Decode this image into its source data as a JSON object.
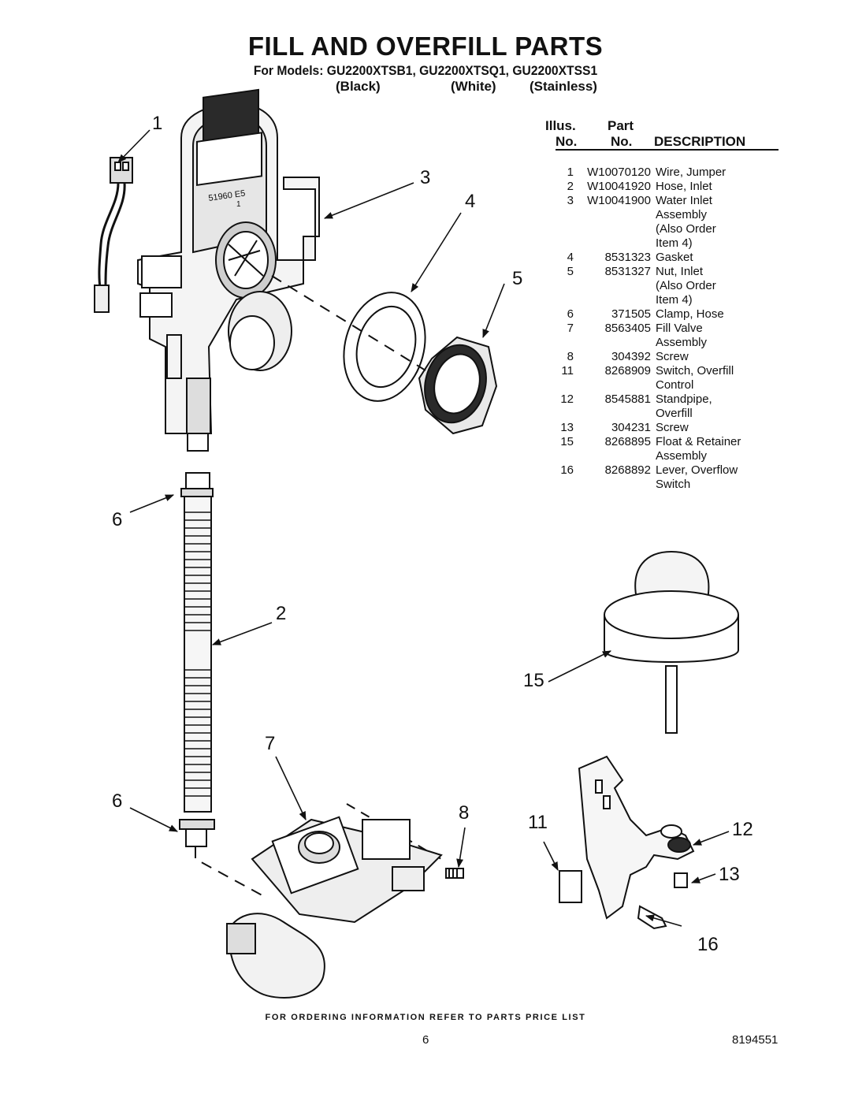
{
  "title": "FILL AND OVERFILL PARTS",
  "models_line": "For Models: GU2200XTSB1, GU2200XTSQ1, GU2200XTSS1",
  "model_colors": [
    "(Black)",
    "(White)",
    "(Stainless)"
  ],
  "table_header": {
    "illus_top": "Illus.",
    "illus_bottom": "No.",
    "part_top": "Part",
    "part_bottom": "No.",
    "description": "DESCRIPTION"
  },
  "parts": [
    {
      "no": "1",
      "part": "W10070120",
      "desc": [
        "Wire, Jumper"
      ]
    },
    {
      "no": "2",
      "part": "W10041920",
      "desc": [
        "Hose, Inlet"
      ]
    },
    {
      "no": "3",
      "part": "W10041900",
      "desc": [
        "Water Inlet",
        "Assembly",
        "(Also Order",
        "Item 4)"
      ]
    },
    {
      "no": "4",
      "part": "8531323",
      "desc": [
        "Gasket"
      ]
    },
    {
      "no": "5",
      "part": "8531327",
      "desc": [
        "Nut, Inlet",
        "(Also Order",
        "Item 4)"
      ]
    },
    {
      "no": "6",
      "part": "371505",
      "desc": [
        "Clamp, Hose"
      ]
    },
    {
      "no": "7",
      "part": "8563405",
      "desc": [
        "Fill Valve",
        "Assembly"
      ]
    },
    {
      "no": "8",
      "part": "304392",
      "desc": [
        "Screw"
      ]
    },
    {
      "no": "11",
      "part": "8268909",
      "desc": [
        "Switch, Overfill",
        "Control"
      ]
    },
    {
      "no": "12",
      "part": "8545881",
      "desc": [
        "Standpipe,",
        "Overfill"
      ]
    },
    {
      "no": "13",
      "part": "304231",
      "desc": [
        "Screw"
      ]
    },
    {
      "no": "15",
      "part": "8268895",
      "desc": [
        "Float & Retainer",
        "Assembly"
      ]
    },
    {
      "no": "16",
      "part": "8268892",
      "desc": [
        "Lever, Overflow",
        "Switch"
      ]
    }
  ],
  "callouts": {
    "c1": "1",
    "c2": "2",
    "c3": "3",
    "c4": "4",
    "c5": "5",
    "c6a": "6",
    "c6b": "6",
    "c7": "7",
    "c8": "8",
    "c11": "11",
    "c12": "12",
    "c13": "13",
    "c15": "15",
    "c16": "16"
  },
  "diagram_text": {
    "assembly_stamp_top": "51960 E5",
    "assembly_stamp_bottom": "1"
  },
  "footer_note": "FOR ORDERING INFORMATION REFER TO PARTS PRICE LIST",
  "page_number": "6",
  "document_number": "8194551"
}
